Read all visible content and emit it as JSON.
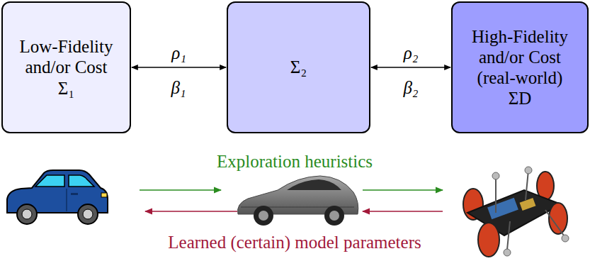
{
  "diagram": {
    "nodes": [
      {
        "text": [
          "Low-Fidelity and/or Cost Σ₁"
        ]
      },
      {
        "text": [
          "Σ₂"
        ]
      },
      {
        "text": [
          "High-Fidelity and/or Cost (real-world) ΣD"
        ]
      }
    ],
    "edges": [
      {
        "from": 0,
        "to": 1,
        "arrow": "both",
        "label": "ρ₁"
      },
      {
        "from": 1,
        "to": 2,
        "arrow": "both",
        "label": "ρ₂"
      }
    ],
    "labels": [
      "β₁",
      "β₂",
      "Exploration heuristics",
      "Learned (certain) model parameters"
    ]
  }
}
